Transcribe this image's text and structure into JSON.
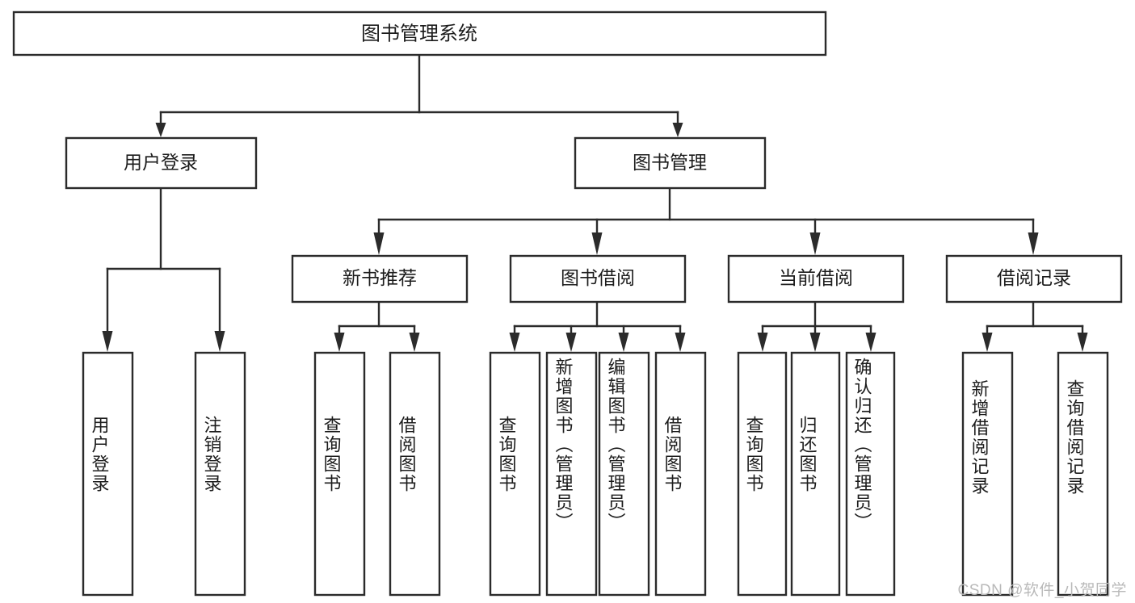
{
  "diagram": {
    "title": "图书管理系统",
    "watermark": "CSDN @软件_小贺同学",
    "type": "tree-hierarchy",
    "root": {
      "label": "图书管理系统"
    },
    "level1": [
      {
        "label": "用户登录"
      },
      {
        "label": "图书管理"
      }
    ],
    "level2": [
      {
        "label": "新书推荐"
      },
      {
        "label": "图书借阅"
      },
      {
        "label": "当前借阅"
      },
      {
        "label": "借阅记录"
      }
    ],
    "leaves": {
      "user_login": [
        {
          "label": "用户登录"
        },
        {
          "label": "注销登录"
        }
      ],
      "new_book_recommend": [
        {
          "label": "查询图书"
        },
        {
          "label": "借阅图书"
        }
      ],
      "book_borrow": [
        {
          "label": "查询图书"
        },
        {
          "label": "新增图书（管理员）"
        },
        {
          "label": "编辑图书（管理员）"
        },
        {
          "label": "借阅图书"
        }
      ],
      "current_borrow": [
        {
          "label": "查询图书"
        },
        {
          "label": "归还图书"
        },
        {
          "label": "确认归还（管理员）"
        }
      ],
      "borrow_records": [
        {
          "label": "新增借阅记录"
        },
        {
          "label": "查询借阅记录"
        }
      ]
    },
    "colors": {
      "stroke": "#2b2b2b",
      "fill": "#ffffff",
      "text": "#1c1c1c",
      "watermark": "#b9b9b9"
    }
  }
}
